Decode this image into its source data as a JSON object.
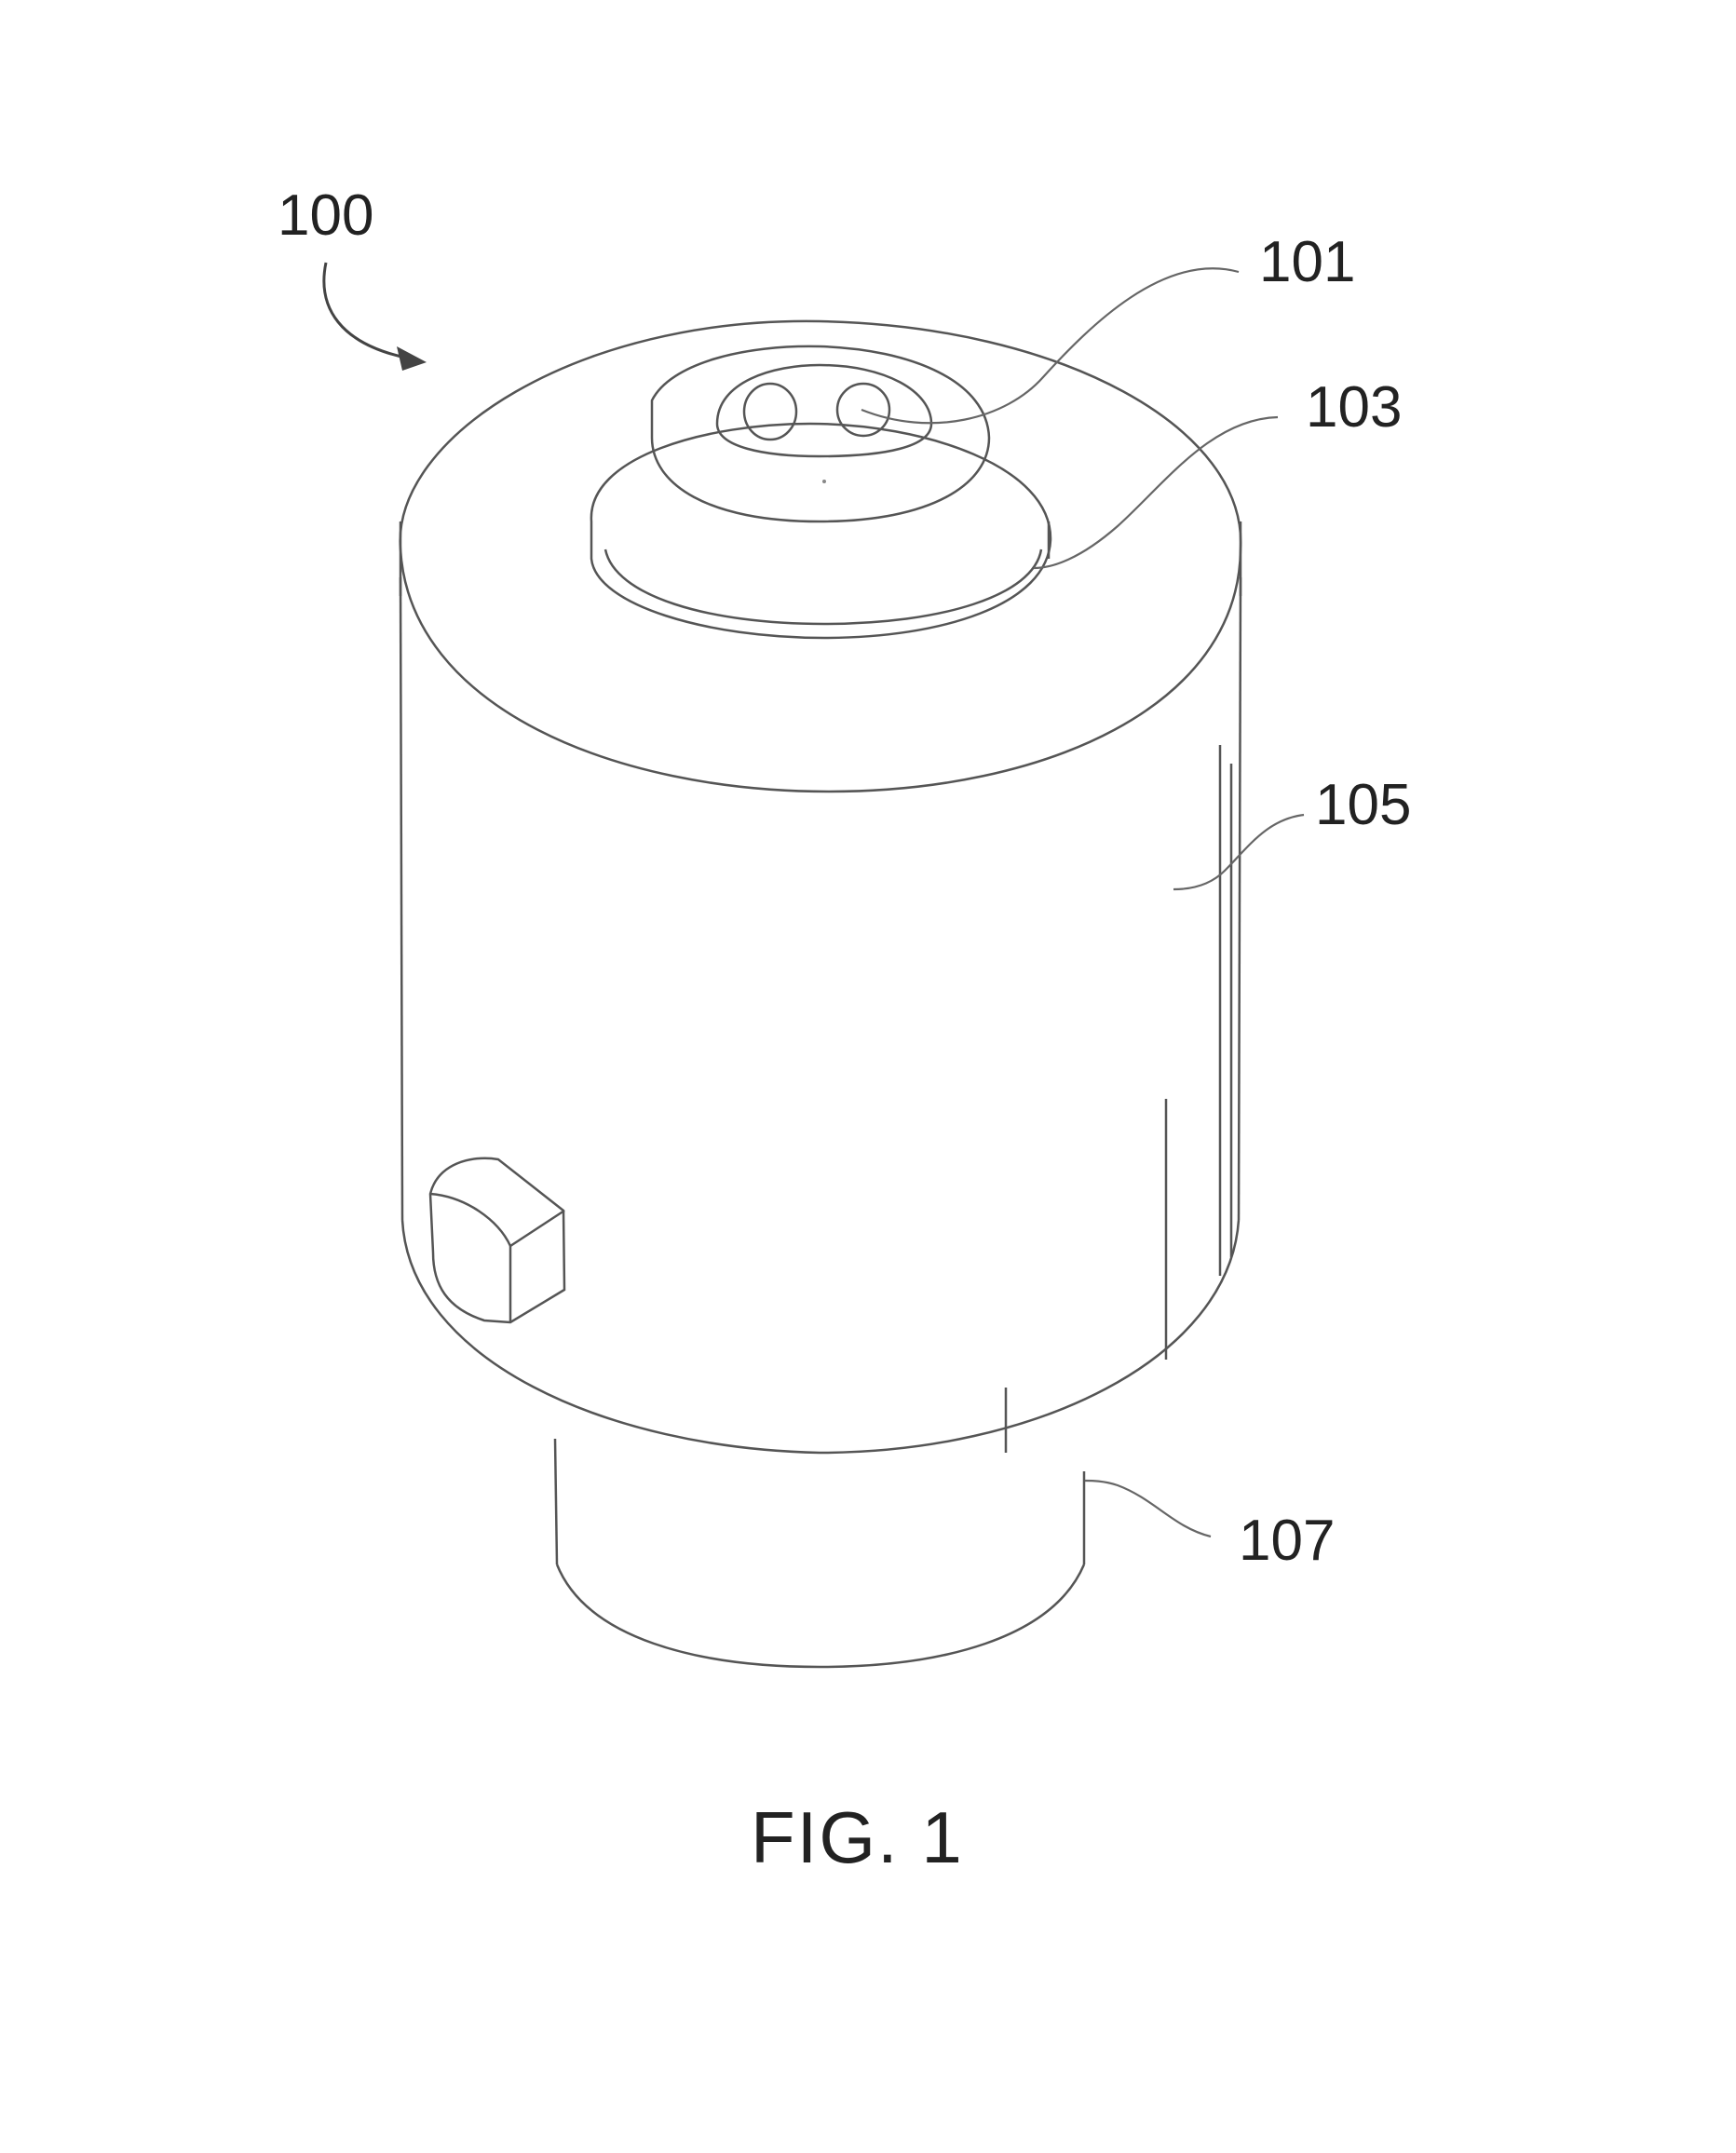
{
  "figure": {
    "caption": "FIG. 1",
    "reference_numerals": {
      "device": "100",
      "contacts": "101",
      "top_dome": "103",
      "body": "105",
      "base": "107"
    }
  }
}
